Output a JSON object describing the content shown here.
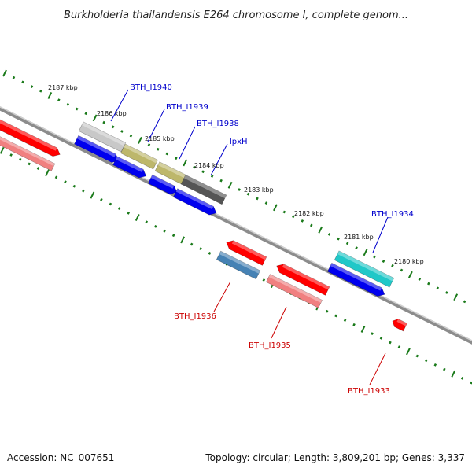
{
  "title": "Burkholderia thailandensis E264 chromosome I, complete genom...",
  "footer": {
    "accession": "Accession: NC_007651",
    "summary": "Topology: circular; Length: 3,809,201 bp; Genes: 3,337"
  },
  "scale_labels": [
    "2187 kbp",
    "2186 kbp",
    "2185 kbp",
    "2184 kbp",
    "2183 kbp",
    "2182 kbp",
    "2181 kbp",
    "2180 kbp"
  ],
  "gene_labels": {
    "forward": [
      "BTH_I1940",
      "BTH_I1939",
      "BTH_I1938",
      "lpxH",
      "BTH_I1934"
    ],
    "reverse": [
      "BTH_I1936",
      "BTH_I1935",
      "BTH_I1933"
    ]
  },
  "colors": {
    "backbone": "#8c8c8c",
    "tick": "#1a7a1a",
    "forward_label": "#0000cc",
    "reverse_label": "#cc0000",
    "cds": "#0000ee",
    "red_feature": "#ff0000",
    "pink_feature": "#f08080",
    "gray_feature": "#c8c8c8",
    "olive_feature": "#bdb76b",
    "dark_feature": "#555555",
    "steel_feature": "#4682b4",
    "cyan_feature": "#20c8c8"
  }
}
